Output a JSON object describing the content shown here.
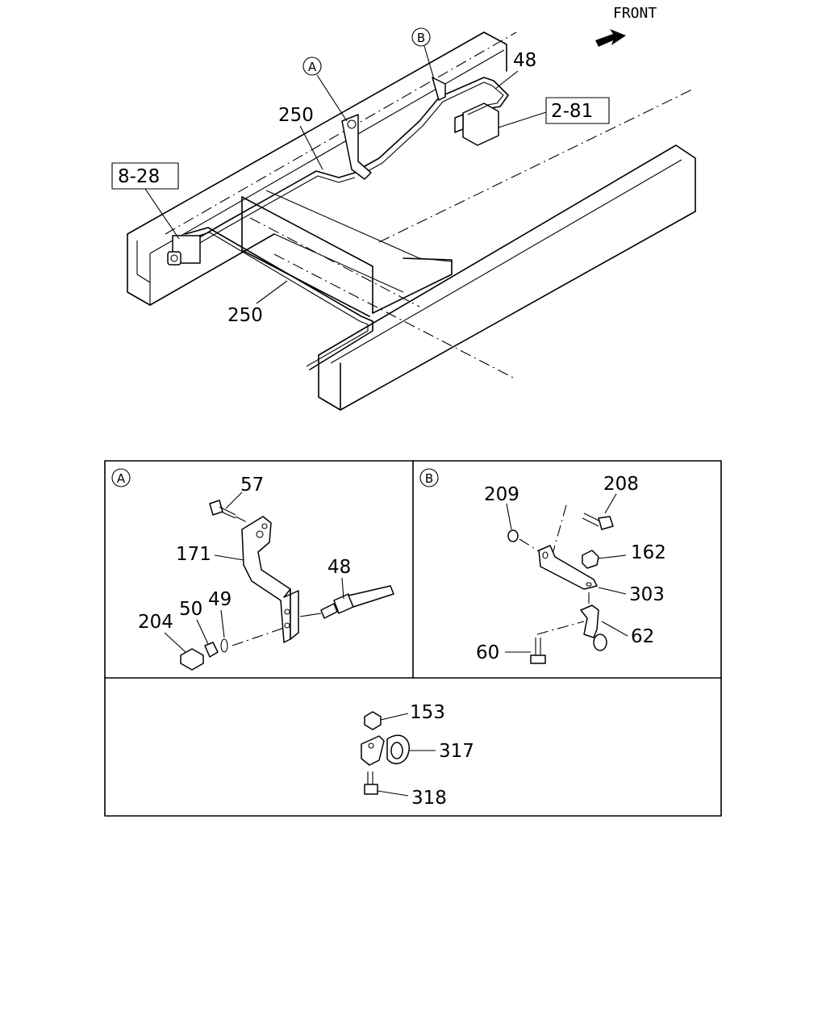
{
  "front_label": "FRONT",
  "callouts": {
    "main": {
      "a": "A",
      "b": "B",
      "p48": "48",
      "p250_top": "250",
      "p250_bottom": "250",
      "ref_2_81": "2-81",
      "ref_8_28": "8-28"
    },
    "detail_a": {
      "circle": "A",
      "p57": "57",
      "p171": "171",
      "p48": "48",
      "p204": "204",
      "p50": "50",
      "p49": "49"
    },
    "detail_b": {
      "circle": "B",
      "p209": "209",
      "p208": "208",
      "p162": "162",
      "p303": "303",
      "p60": "60",
      "p62": "62"
    },
    "detail_c": {
      "p153": "153",
      "p317": "317",
      "p318": "318"
    }
  }
}
